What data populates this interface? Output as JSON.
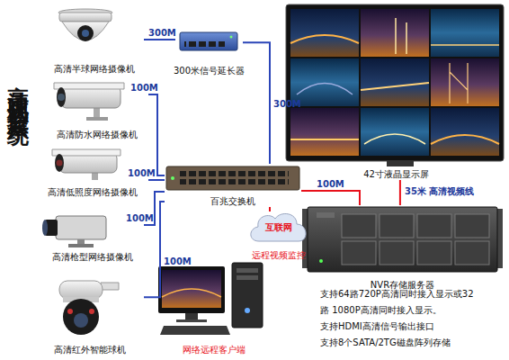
{
  "diagram": {
    "title": "高清视频监控系统",
    "nodes": [
      {
        "text": [
          "高清半球网络摄像机"
        ]
      },
      {
        "text": [
          "300米信号延长器"
        ]
      },
      {
        "text": [
          "高清防水网络摄像机"
        ]
      },
      {
        "text": [
          "高清低照度网络摄像机"
        ]
      },
      {
        "text": [
          "百兆交换机"
        ]
      },
      {
        "text": [
          "高清枪型网络摄像机"
        ]
      },
      {
        "text": [
          "高清红外智能球机"
        ]
      },
      {
        "text": [
          "42寸液晶显示屏"
        ]
      },
      {
        "text": [
          "NVR存储服务器"
        ]
      },
      {
        "text": [
          "互联网",
          "远程视频监控"
        ]
      },
      {
        "text": [
          "网络远程客户端"
        ]
      }
    ],
    "edges": [
      {
        "from": 0,
        "to": 1,
        "label": "300M",
        "arrow": "none"
      },
      {
        "from": 1,
        "to": 4,
        "label": "300M",
        "arrow": "none"
      },
      {
        "from": 2,
        "to": 4,
        "label": "100M",
        "arrow": "none"
      },
      {
        "from": 3,
        "to": 4,
        "label": "100M",
        "arrow": "none"
      },
      {
        "from": 5,
        "to": 4,
        "label": "100M",
        "arrow": "none"
      },
      {
        "from": 6,
        "to": 4,
        "label": "100M",
        "arrow": "none"
      },
      {
        "from": 4,
        "to": 8,
        "label": "100M",
        "arrow": "none"
      },
      {
        "from": 8,
        "to": 7,
        "label": "35米 高清视频线",
        "arrow": "none"
      },
      {
        "from": 4,
        "to": 9,
        "arrow": "none"
      }
    ],
    "labels": [
      "支持64路720P高清同时接入显示或32路 1080P高清同时接入显示。",
      "支持HDMI高清信号输出接口",
      "支持8个SATA/2TG磁盘阵列存储"
    ]
  }
}
